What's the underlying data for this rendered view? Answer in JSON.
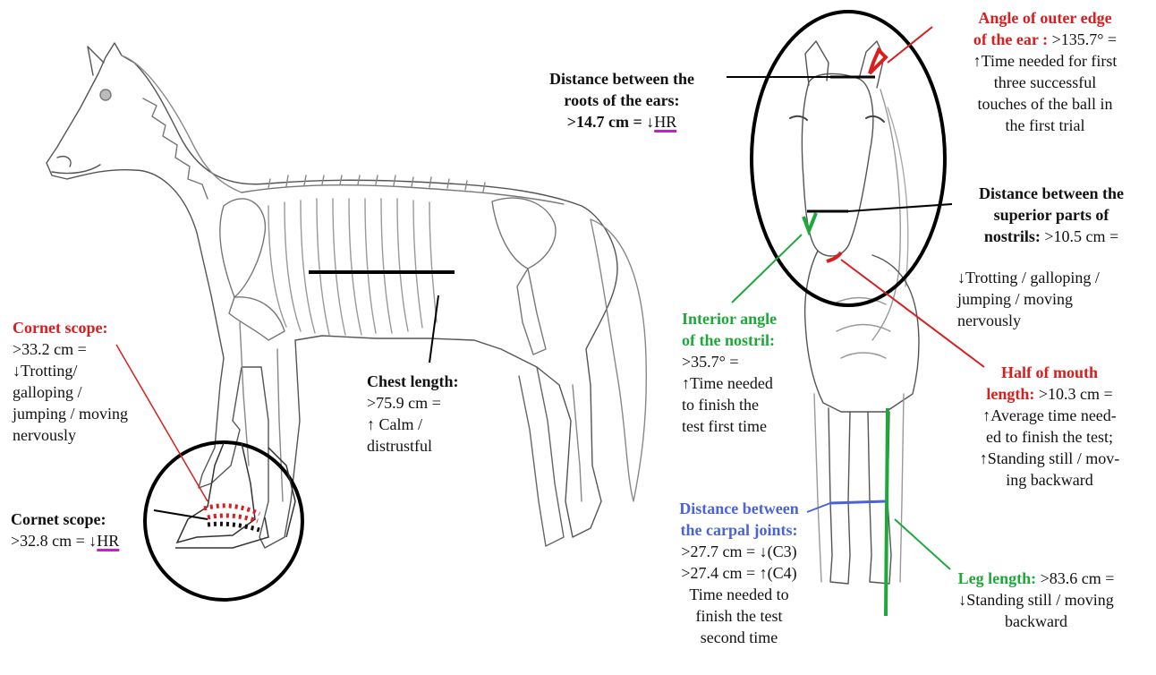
{
  "colors": {
    "red": "#d81e1e",
    "green": "#1fa83a",
    "blue": "#4a63d8",
    "magenta": "#c51fc5",
    "line": "#222222"
  },
  "labels": {
    "ear_angle": {
      "title_l1": "Angle of outer edge",
      "title_l2": "of the ear :",
      "value": ">135.7° =",
      "l3": "↑Time needed for first",
      "l4": "three successful",
      "l5": "touches of the ball in",
      "l6": "the first trial"
    },
    "ear_roots": {
      "title_l1": "Distance between the",
      "title_l2": "roots of the ears:",
      "value": ">14.7 cm = ↓",
      "hr": "HR"
    },
    "nostrils_superior": {
      "title_l1": "Distance between the",
      "title_l2": "superior parts of",
      "title_l3": "nostrils:",
      "value": ">10.5 cm =",
      "l4": "↓Trotting /  galloping /",
      "l5": "jumping / moving",
      "l6": "nervously"
    },
    "nostril_angle": {
      "title_l1": "Interior angle",
      "title_l2": "of the nostril:",
      "value": ">35.7° =",
      "l3": "↑Time needed",
      "l4": "to finish the",
      "l5": "test first time"
    },
    "mouth": {
      "title_l1": "Half of mouth",
      "title_l2": "length:",
      "value": ">10.3 cm =",
      "l3": "↑Average time need-",
      "l4": "ed to   finish the test;",
      "l5": "↑Standing still / mov-",
      "l6": "ing backward"
    },
    "carpal": {
      "title_l1": "Distance between",
      "title_l2": "the carpal joints:",
      "l3": ">27.7 cm = ↓(C3)",
      "l4": ">27.4 cm = ↑(C4)",
      "l5": "Time needed to",
      "l6": "finish the test",
      "l7": "second time"
    },
    "leg": {
      "title": "Leg length:",
      "value": ">83.6 cm =",
      "l2": "↓Standing still / moving",
      "l3": "backward"
    },
    "chest": {
      "title": "Chest length:",
      "l2": ">75.9 cm =",
      "l3": "↑ Calm /",
      "l4": "distrustful"
    },
    "cornet_red": {
      "title": "Cornet scope:",
      "l2": ">33.2 cm =",
      "l3": "↓Trotting/",
      "l4": "galloping /",
      "l5": "jumping / moving",
      "l6": "nervously"
    },
    "cornet_black": {
      "title": "Cornet scope:",
      "value": ">32.8 cm = ↓",
      "hr": "HR"
    }
  }
}
